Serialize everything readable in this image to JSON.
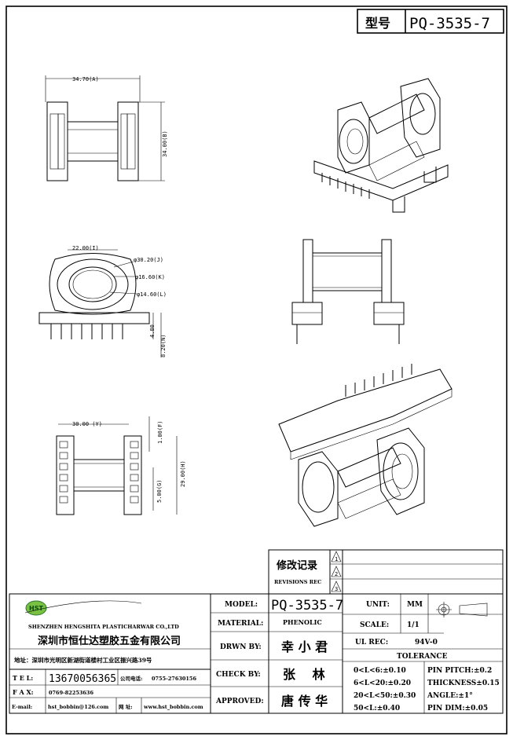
{
  "title_block": {
    "model_label_cn": "型号",
    "model_value": "PQ-3535-7"
  },
  "dimensions": {
    "top_width": "34.70(A)",
    "top_height": "34.00(B)",
    "front_inner": "22.00(I)",
    "dia_j": "φ30.20(J)",
    "dia_k": "φ16.60(K)",
    "dia_l": "φ14.60(L)",
    "pin_short": "4.80",
    "pin_long": "8.20(N)",
    "bottom_width": "30.00 (Y)",
    "bottom_pitch": "1.00(F)",
    "bottom_height": "29.00(H)",
    "bottom_g": "5.00(G)"
  },
  "revisions": {
    "label_cn": "修改记录",
    "label_en": "REVISIONS REC",
    "marks": [
      "1",
      "2",
      "3"
    ]
  },
  "company": {
    "logo_text": "HST",
    "name_en": "SHENZHEN HENGSHITA PLASTICHARWAR CO.,LTD",
    "name_cn": "深圳市恒仕达塑胶五金有限公司",
    "address": "地址：深圳市光明区新湖街道楼村工业区振兴路39号",
    "tel_label": "T E L:",
    "tel_value": "13670056365",
    "phone_label": "公司电话:",
    "phone_value": "0755-27630156",
    "fax_label": "F A X:",
    "fax_value": "0769-82253636",
    "email_label": "E-mail:",
    "email_value": "hst_bobbin@126.com",
    "web_label": "网 址:",
    "web_value": "www.hst_bobbin.com"
  },
  "spec": {
    "model_label": "MODEL:",
    "model_value": "PQ-3535-7",
    "material_label": "MATERIAL:",
    "material_value": "PHENOLIC",
    "drawn_label": "DRWN BY:",
    "drawn_value": "幸 小 君",
    "check_label": "CHECK BY:",
    "check_value": "张　 林",
    "approved_label": "APPROVED:",
    "approved_value": "唐 传 华",
    "unit_label": "UNIT:",
    "unit_value": "MM",
    "scale_label": "SCALE:",
    "scale_value": "1/1",
    "ul_label": "UL REC:",
    "ul_value": "94V-0",
    "tolerance_label": "TOLERANCE",
    "tolerances": [
      "0<L<6:±0.10",
      "6<L<20:±0.20",
      "20<L<50:±0.30",
      "50<L:±0.40"
    ],
    "other_tolerances": [
      "PIN PITCH:±0.2",
      "THICKNESS±0.15",
      "ANGLE:±1°",
      "PIN DIM:±0.05"
    ]
  }
}
